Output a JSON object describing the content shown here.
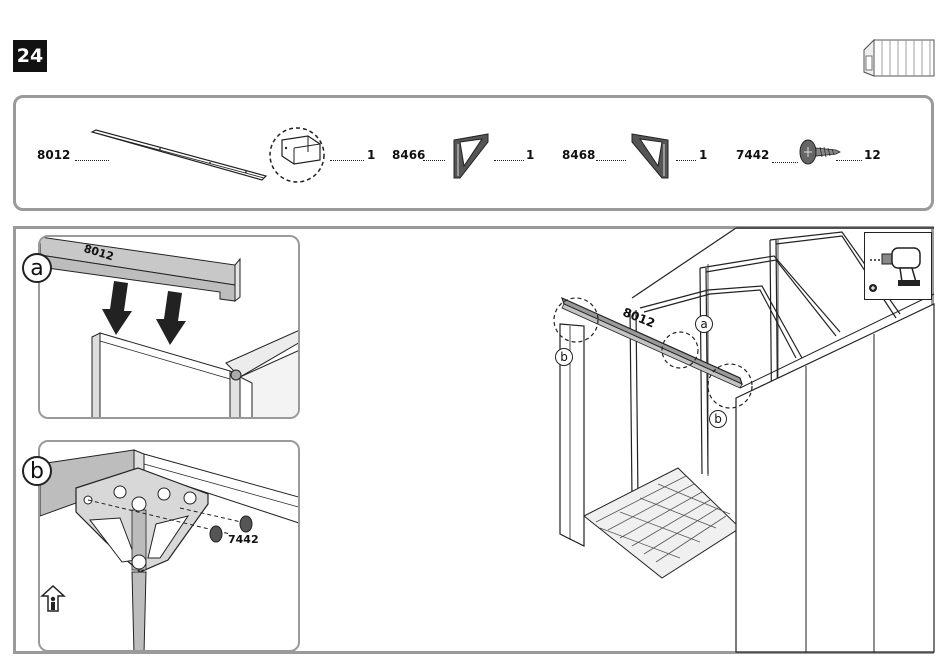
{
  "step": {
    "number": "24"
  },
  "parts": [
    {
      "code": "8012",
      "qty": "1"
    },
    {
      "code": "8466",
      "qty": "1"
    },
    {
      "code": "8468",
      "qty": "1"
    },
    {
      "code": "7442",
      "qty": "12"
    }
  ],
  "detail_a": {
    "letter": "a",
    "beam_label": "8012"
  },
  "detail_b": {
    "letter": "b",
    "screw_label": "7442"
  },
  "main": {
    "beam_label": "8012",
    "callout_a": "a",
    "callout_b1": "b",
    "callout_b2": "b"
  },
  "icons": {
    "shed": "shed-thumbnail-icon",
    "drill": "power-drill-icon",
    "person": "person-arrow-icon"
  }
}
